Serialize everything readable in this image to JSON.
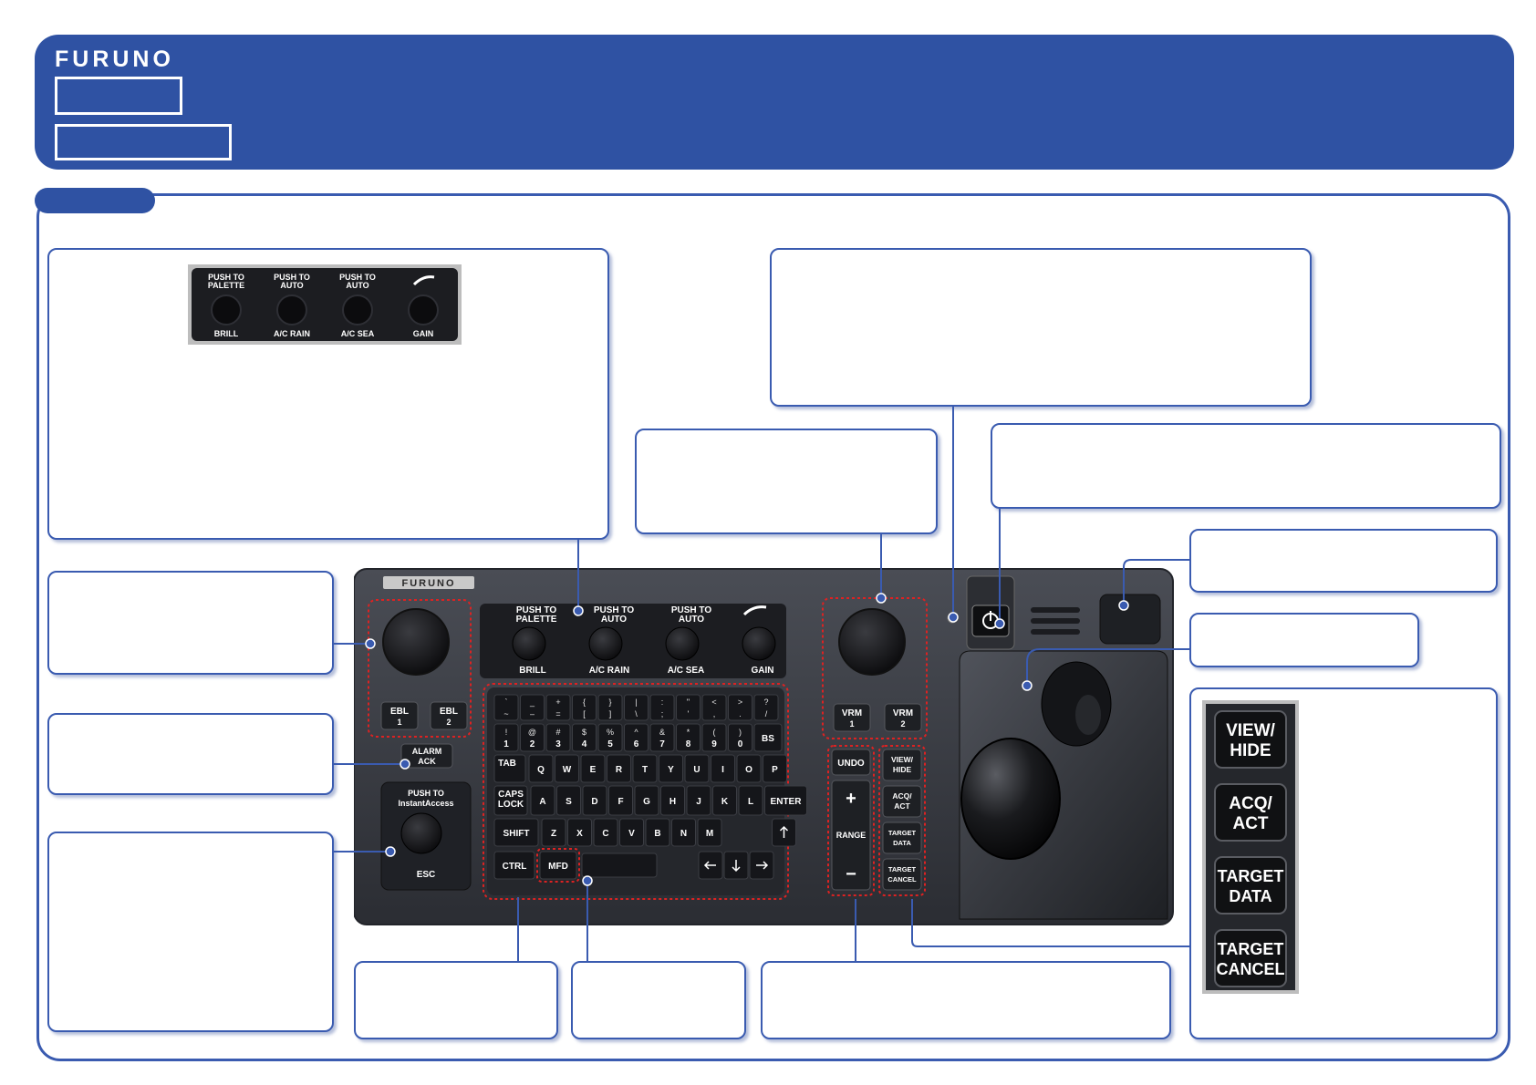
{
  "brand": "FURUNO",
  "colors": {
    "header": "#2f52a3",
    "frame": "#3a5bb0",
    "panel": "#35383f",
    "button": "#1e2024",
    "highlight": "#cc2222"
  },
  "knob_panel": {
    "labels_top": [
      "PUSH TO",
      "PALETTE",
      "PUSH TO",
      "AUTO",
      "PUSH TO",
      "AUTO"
    ],
    "labels_bottom": [
      "BRILL",
      "A/C RAIN",
      "A/C SEA",
      "GAIN"
    ]
  },
  "ebl": {
    "ebl1": "EBL",
    "ebl1_num": "1",
    "ebl2": "EBL",
    "ebl2_num": "2"
  },
  "vrm": {
    "vrm1": "VRM",
    "vrm1_num": "1",
    "vrm2": "VRM",
    "vrm2_num": "2"
  },
  "alarm": {
    "line1": "ALARM",
    "line2": "ACK"
  },
  "instant": {
    "line1": "PUSH TO",
    "line2": "InstantAccess",
    "esc": "ESC"
  },
  "keyboard": {
    "row1_top": [
      "`",
      "_",
      "+",
      "{",
      "}",
      "|",
      ":",
      "\"",
      "<",
      ">",
      "?"
    ],
    "row1_bot": [
      "~",
      "–",
      "=",
      "[",
      "]",
      "\\",
      ";",
      "'",
      ",",
      ".",
      "/"
    ],
    "row2_top": [
      "!",
      "@",
      "#",
      "$",
      "%",
      "^",
      "&",
      "*",
      "(",
      ")"
    ],
    "row2_bot": [
      "1",
      "2",
      "3",
      "4",
      "5",
      "6",
      "7",
      "8",
      "9",
      "0"
    ],
    "bs": "BS",
    "tab": "TAB",
    "row3": [
      "Q",
      "W",
      "E",
      "R",
      "T",
      "Y",
      "U",
      "I",
      "O",
      "P"
    ],
    "caps1": "CAPS",
    "caps2": "LOCK",
    "row4": [
      "A",
      "S",
      "D",
      "F",
      "G",
      "H",
      "J",
      "K",
      "L"
    ],
    "enter": "ENTER",
    "shift": "SHIFT",
    "row5": [
      "Z",
      "X",
      "C",
      "V",
      "B",
      "N",
      "M"
    ],
    "ctrl": "CTRL",
    "mfd": "MFD"
  },
  "range": {
    "undo": "UNDO",
    "plus": "+",
    "label": "RANGE",
    "minus": "−"
  },
  "target_keys": {
    "k1": [
      "VIEW/",
      "HIDE"
    ],
    "k2": [
      "ACQ/",
      "ACT"
    ],
    "k3": [
      "TARGET",
      "DATA"
    ],
    "k4": [
      "TARGET",
      "CANCEL"
    ]
  }
}
